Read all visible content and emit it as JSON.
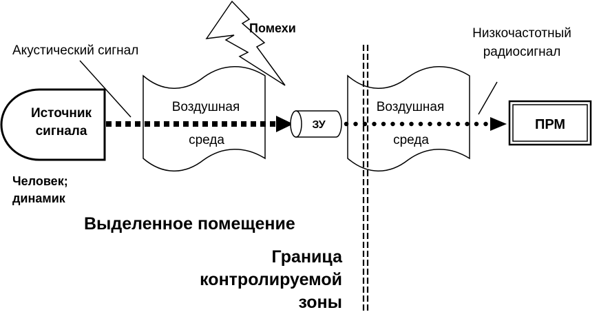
{
  "colors": {
    "ink": "#000000",
    "background": "#ffffff"
  },
  "interference": {
    "label": "Помехи"
  },
  "acoustic_signal": {
    "label": "Акустический сигнал"
  },
  "lf_radio_signal": {
    "lines": [
      "Низкочастотный",
      "радиосигнал"
    ]
  },
  "signal_source": {
    "lines": [
      "Источник",
      "сигнала"
    ]
  },
  "source_examples": {
    "lines": [
      "Человек;",
      "динамик"
    ]
  },
  "air_medium_1": {
    "lines": [
      "Воздушная",
      "среда"
    ]
  },
  "air_medium_2": {
    "lines": [
      "Воздушная",
      "среда"
    ]
  },
  "recorder": {
    "label": "ЗУ"
  },
  "receiver": {
    "label": "ПРМ"
  },
  "room": {
    "label": "Выделенное помещение"
  },
  "boundary": {
    "lines": [
      "Граница",
      "контролируемой",
      "зоны"
    ]
  }
}
